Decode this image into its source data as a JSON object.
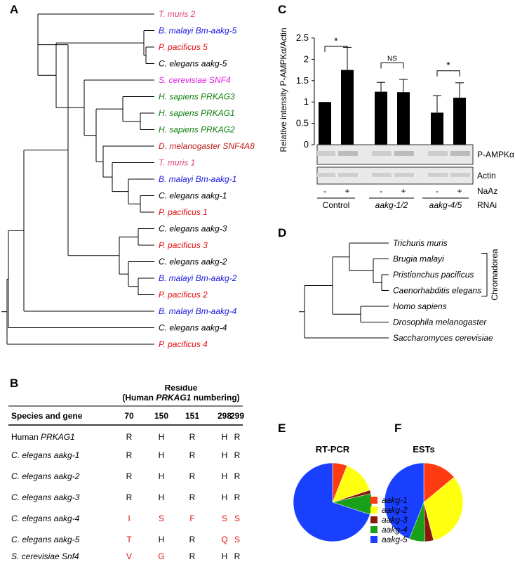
{
  "panels": {
    "a": "A",
    "b": "B",
    "c": "C",
    "d": "D",
    "e": "E",
    "f": "F"
  },
  "colors": {
    "pink": "#e0407a",
    "blue": "#1a1adf",
    "red": "#e01010",
    "black": "#000000",
    "magenta": "#e020e0",
    "green": "#108010",
    "darkred": "#c02020"
  },
  "tree_a": {
    "leaves": [
      {
        "genus": "T. muris",
        "gene": "2",
        "color": "pink"
      },
      {
        "genus": "B. malayi",
        "gene": "Bm-aakg-5",
        "color": "blue"
      },
      {
        "genus": "P. pacificus",
        "gene": "5",
        "color": "red"
      },
      {
        "genus": "C. elegans",
        "gene": "aakg-5",
        "color": "black"
      },
      {
        "genus": "S. cerevisiae",
        "gene": "SNF4",
        "color": "magenta"
      },
      {
        "genus": "H. sapiens",
        "gene": "PRKAG3",
        "color": "green"
      },
      {
        "genus": "H. sapiens",
        "gene": "PRKAG1",
        "color": "green"
      },
      {
        "genus": "H. sapiens",
        "gene": "PRKAG2",
        "color": "green"
      },
      {
        "genus": "D. melanogaster",
        "gene": "SNF4A8",
        "color": "darkred"
      },
      {
        "genus": "T. muris",
        "gene": "1",
        "color": "pink"
      },
      {
        "genus": "B. malayi",
        "gene": "Bm-aakg-1",
        "color": "blue"
      },
      {
        "genus": "C. elegans",
        "gene": "aakg-1",
        "color": "black"
      },
      {
        "genus": "P. pacificus",
        "gene": "1",
        "color": "red"
      },
      {
        "genus": "C. elegans",
        "gene": "aakg-3",
        "color": "black"
      },
      {
        "genus": "P. pacificus",
        "gene": "3",
        "color": "red"
      },
      {
        "genus": "C. elegans",
        "gene": "aakg-2",
        "color": "black"
      },
      {
        "genus": "B. malayi",
        "gene": "Bm-aakg-2",
        "color": "blue"
      },
      {
        "genus": "P. pacificus",
        "gene": "2",
        "color": "red"
      },
      {
        "genus": "B. malayi",
        "gene": "Bm-aakg-4",
        "color": "blue"
      },
      {
        "genus": "C. elegans",
        "gene": "aakg-4",
        "color": "black"
      },
      {
        "genus": "P. pacificus",
        "gene": "4",
        "color": "red"
      }
    ]
  },
  "table_b": {
    "header_line1": "Residue",
    "header_line2_pre": "(Human ",
    "header_line2_gene": "PRKAG1",
    "header_line2_post": " numbering)",
    "col_label": "Species and gene",
    "columns": [
      "70",
      "150",
      "151",
      "298",
      "299"
    ],
    "rows": [
      {
        "species": "Human",
        "gene": "PRKAG1",
        "cells": [
          "R",
          "H",
          "R",
          "H",
          "R"
        ],
        "red": [
          false,
          false,
          false,
          false,
          false
        ]
      },
      {
        "species": "C. elegans",
        "gene": "aakg-1",
        "cells": [
          "R",
          "H",
          "R",
          "H",
          "R"
        ],
        "red": [
          false,
          false,
          false,
          false,
          false
        ]
      },
      {
        "species": "C. elegans",
        "gene": "aakg-2",
        "cells": [
          "R",
          "H",
          "R",
          "H",
          "R"
        ],
        "red": [
          false,
          false,
          false,
          false,
          false
        ]
      },
      {
        "species": "C. elegans",
        "gene": "aakg-3",
        "cells": [
          "R",
          "H",
          "R",
          "H",
          "R"
        ],
        "red": [
          false,
          false,
          false,
          false,
          false
        ]
      },
      {
        "species": "C. elegans",
        "gene": "aakg-4",
        "cells": [
          "I",
          "S",
          "F",
          "S",
          "S"
        ],
        "red": [
          true,
          true,
          true,
          true,
          true
        ]
      },
      {
        "species": "C. elegans",
        "gene": "aakg-5",
        "cells": [
          "T",
          "H",
          "R",
          "Q",
          "S"
        ],
        "red": [
          true,
          false,
          false,
          true,
          true
        ]
      },
      {
        "species": "S. cerevisiae",
        "gene": "Snf4",
        "cells": [
          "V",
          "G",
          "R",
          "H",
          "R"
        ],
        "red": [
          true,
          true,
          false,
          false,
          false
        ]
      }
    ]
  },
  "chart_data": [
    {
      "type": "bar",
      "ylabel": "Relative intensity P-AMPKα/Actin",
      "ylim": [
        0,
        2.5
      ],
      "yticks": [
        "0",
        "0.5",
        "1",
        "1.5",
        "2",
        "2.5"
      ],
      "values": [
        1.0,
        1.75,
        1.24,
        1.23,
        0.75,
        1.1
      ],
      "errors": [
        0,
        0.53,
        0.22,
        0.3,
        0.4,
        0.35
      ],
      "naaz": [
        "-",
        "+",
        "-",
        "+",
        "-",
        "+"
      ],
      "groups": [
        {
          "label": "Control",
          "italic": false
        },
        {
          "label": "aakg-1/2",
          "italic": true
        },
        {
          "label": "aakg-4/5",
          "italic": true
        }
      ],
      "sig": [
        "*",
        "NS",
        "*"
      ],
      "blot_labels": [
        "P-AMPKα",
        "Actin"
      ],
      "row_labels": [
        "NaAz",
        "RNAi"
      ]
    },
    {
      "type": "pie",
      "title": "RT-PCR",
      "slices": [
        {
          "label": "aakg-1",
          "value": 0.06
        },
        {
          "label": "aakg-2",
          "value": 0.14
        },
        {
          "label": "aakg-3",
          "value": 0.015
        },
        {
          "label": "aakg-4",
          "value": 0.085
        },
        {
          "label": "aakg-5",
          "value": 0.7
        }
      ]
    },
    {
      "type": "pie",
      "title": "ESTs",
      "slices": [
        {
          "label": "aakg-1",
          "value": 0.14
        },
        {
          "label": "aakg-2",
          "value": 0.32
        },
        {
          "label": "aakg-3",
          "value": 0.035
        },
        {
          "label": "aakg-4",
          "value": 0.065
        },
        {
          "label": "aakg-5",
          "value": 0.44
        }
      ]
    }
  ],
  "legend": [
    {
      "label": "aakg-1",
      "color": "#ff3b12"
    },
    {
      "label": "aakg-2",
      "color": "#ffff10"
    },
    {
      "label": "aakg-3",
      "color": "#8b1a0c"
    },
    {
      "label": "aakg-4",
      "color": "#18a018"
    },
    {
      "label": "aakg-5",
      "color": "#1a40ff"
    }
  ],
  "tree_d": {
    "leaves": [
      "Trichuris muris",
      "Brugia malayi",
      "Pristionchus pacificus",
      "Caenorhabditis elegans",
      "Homo sapiens",
      "Drosophila melanogaster",
      "Saccharomyces cerevisiae"
    ],
    "clade": "Chromadorea"
  }
}
